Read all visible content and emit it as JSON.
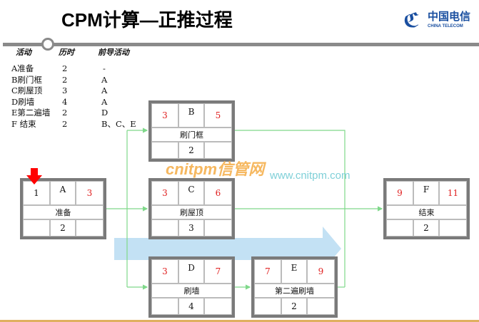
{
  "title": "CPM计算—正推过程",
  "logo": {
    "zh": "中国电信",
    "en": "CHINA TELECOM"
  },
  "table": {
    "headers": [
      "活动",
      "历时",
      "前导活动"
    ],
    "rows": [
      [
        "A准备",
        "2",
        "-"
      ],
      [
        "B刷门框",
        "2",
        "A"
      ],
      [
        "C刷屋顶",
        "3",
        "A"
      ],
      [
        "D刷墙",
        "4",
        "A"
      ],
      [
        "E第二遍墙",
        "2",
        "D"
      ],
      [
        "F 结束",
        "2",
        "B、C、E"
      ]
    ]
  },
  "nodes": {
    "A": {
      "es": "1",
      "id": "A",
      "ef": "3",
      "name": "准备",
      "dur": "2"
    },
    "B": {
      "es": "3",
      "id": "B",
      "ef": "5",
      "name": "刷门框",
      "dur": "2"
    },
    "C": {
      "es": "3",
      "id": "C",
      "ef": "6",
      "name": "刷屋顶",
      "dur": "3"
    },
    "D": {
      "es": "3",
      "id": "D",
      "ef": "7",
      "name": "刷墙",
      "dur": "4"
    },
    "E": {
      "es": "7",
      "id": "E",
      "ef": "9",
      "name": "第二遍刷墙",
      "dur": "2"
    },
    "F": {
      "es": "9",
      "id": "F",
      "ef": "11",
      "name": "结束",
      "dur": "2"
    }
  },
  "watermark": {
    "brand": "cnitpm信管网",
    "url": "www.cnitpm.com"
  },
  "colors": {
    "arrow_line": "#7fd88a",
    "forward_arrow": "#b8dcf2",
    "highlight": "#ff0000"
  }
}
